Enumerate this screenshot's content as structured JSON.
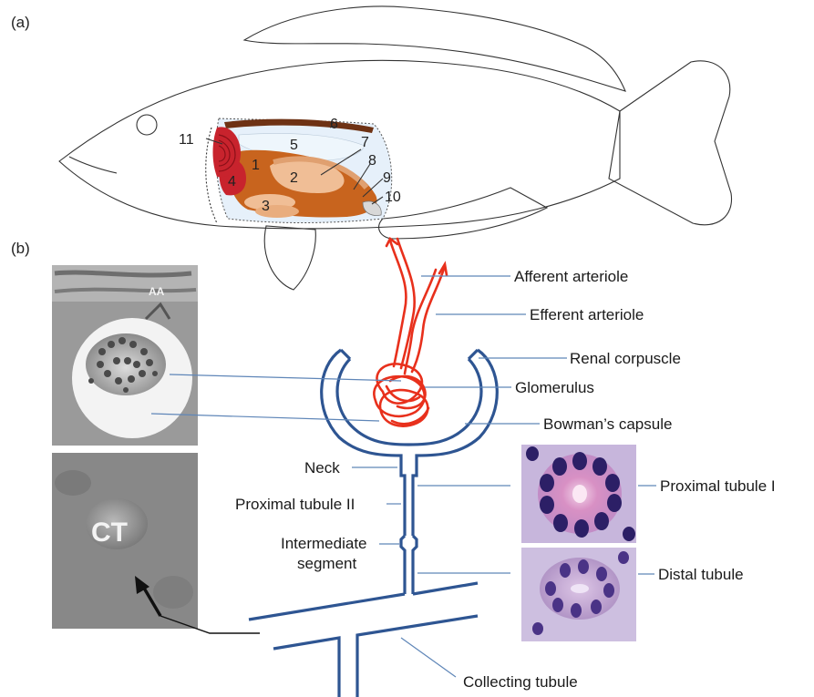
{
  "panels": {
    "a": "(a)",
    "b": "(b)"
  },
  "organ_numbers": [
    "1",
    "2",
    "3",
    "4",
    "5",
    "6",
    "7",
    "8",
    "9",
    "10",
    "11"
  ],
  "micrograph_text": {
    "aa": "AA",
    "ct": "CT"
  },
  "labels": {
    "afferent_arteriole": "Afferent arteriole",
    "efferent_arteriole": "Efferent arteriole",
    "renal_corpuscle": "Renal corpuscle",
    "glomerulus": "Glomerulus",
    "bowmans_capsule": "Bowman’s capsule",
    "neck": "Neck",
    "proximal_tubule_ii": "Proximal tubule II",
    "intermediate_segment_line1": "Intermediate",
    "intermediate_segment_line2": "segment",
    "proximal_tubule_i": "Proximal tubule I",
    "distal_tubule": "Distal tubule",
    "collecting_tubule": "Collecting tubule"
  },
  "colors": {
    "nephron": "#2e5592",
    "arterioles": "#e8301c",
    "leader_lines": "#5f86b8",
    "organ_orange": "#c8641e",
    "organ_light": "#f0be96",
    "organ_red": "#c8232d",
    "organ_brown": "#6e3214",
    "micro_stain": "#8a4fa0"
  }
}
